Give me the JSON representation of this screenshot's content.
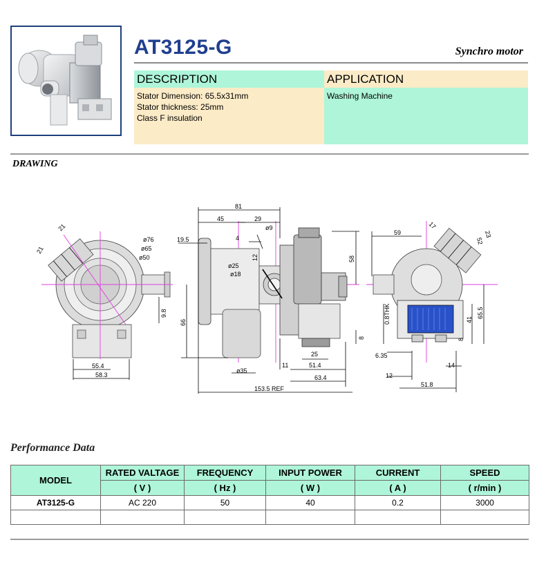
{
  "header": {
    "model": "AT3125-G",
    "subtitle": "Synchro motor"
  },
  "description": {
    "heading": "DESCRIPTION",
    "lines": [
      "Stator Dimension: 65.5x31mm",
      "Stator thickness: 25mm",
      "Class F insulation"
    ]
  },
  "application": {
    "heading": "APPLICATION",
    "lines": [
      "Washing Machine"
    ]
  },
  "drawing": {
    "label": "DRAWING",
    "dims_left": {
      "d21a": "21",
      "d21b": "21",
      "d76": "ø76",
      "d65": "ø65",
      "d50": "ø50",
      "d98": "9.8",
      "d554": "55.4",
      "d583": "58.3"
    },
    "dims_mid": {
      "d81": "81",
      "d45": "45",
      "d29": "29",
      "d9": "ø9",
      "d4": "4",
      "d195": "19.5",
      "d12": "12",
      "d25": "ø25",
      "d18": "ø18",
      "d58": "58",
      "d66": "66",
      "d11": "11",
      "d25b": "25",
      "d514": "51.4",
      "d35": "ø35",
      "d634": "63.4",
      "d1535": "153.5 REF",
      "d8": "8"
    },
    "dims_right": {
      "d59": "59",
      "d17": "17",
      "d52": "52",
      "d23": "23",
      "d08": "0.8THK",
      "d41": "41",
      "d655": "65.5",
      "d8": "8",
      "d635": "6.35",
      "d14": "14",
      "d12": "12",
      "d518": "51.8"
    }
  },
  "performance": {
    "label": "Performance Data",
    "headers": [
      {
        "name": "MODEL",
        "unit": ""
      },
      {
        "name": "RATED VALTAGE",
        "unit": "( V )"
      },
      {
        "name": "FREQUENCY",
        "unit": "( Hz )"
      },
      {
        "name": "INPUT POWER",
        "unit": "( W )"
      },
      {
        "name": "CURRENT",
        "unit": "( A )"
      },
      {
        "name": "SPEED",
        "unit": "( r/min )"
      }
    ],
    "rows": [
      [
        "AT3125-G",
        "AC 220",
        "50",
        "40",
        "0.2",
        "3000"
      ],
      [
        "",
        "",
        "",
        "",
        "",
        ""
      ]
    ]
  },
  "colors": {
    "accent": "#1f3f8f",
    "mint": "#aef5d9",
    "cream": "#fbebc7",
    "centerline": "#e03ce0",
    "coil": "#2a52c8"
  }
}
